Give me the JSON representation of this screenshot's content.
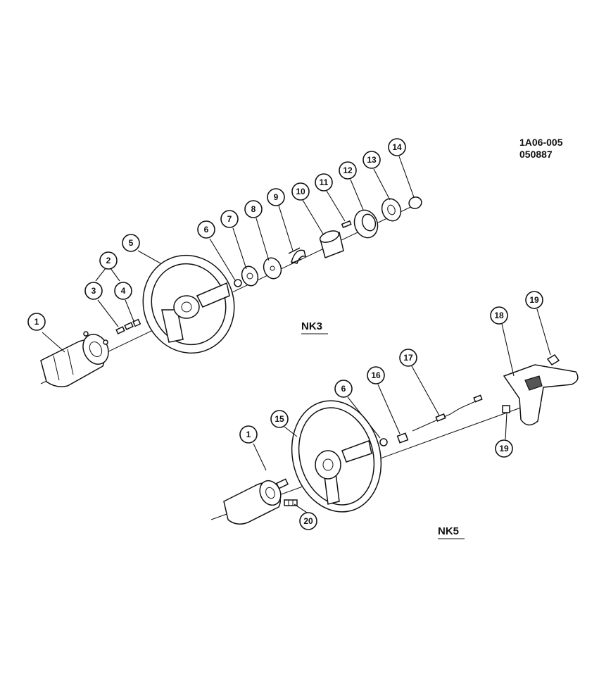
{
  "drawing_code": [
    "1A06-005",
    "050887"
  ],
  "variants": [
    {
      "label": "NK3"
    },
    {
      "label": "NK5"
    }
  ],
  "callouts": [
    "1",
    "2",
    "3",
    "4",
    "5",
    "6",
    "7",
    "8",
    "9",
    "10",
    "11",
    "12",
    "13",
    "14",
    "1",
    "15",
    "6",
    "16",
    "17",
    "18",
    "19",
    "19",
    "20"
  ]
}
